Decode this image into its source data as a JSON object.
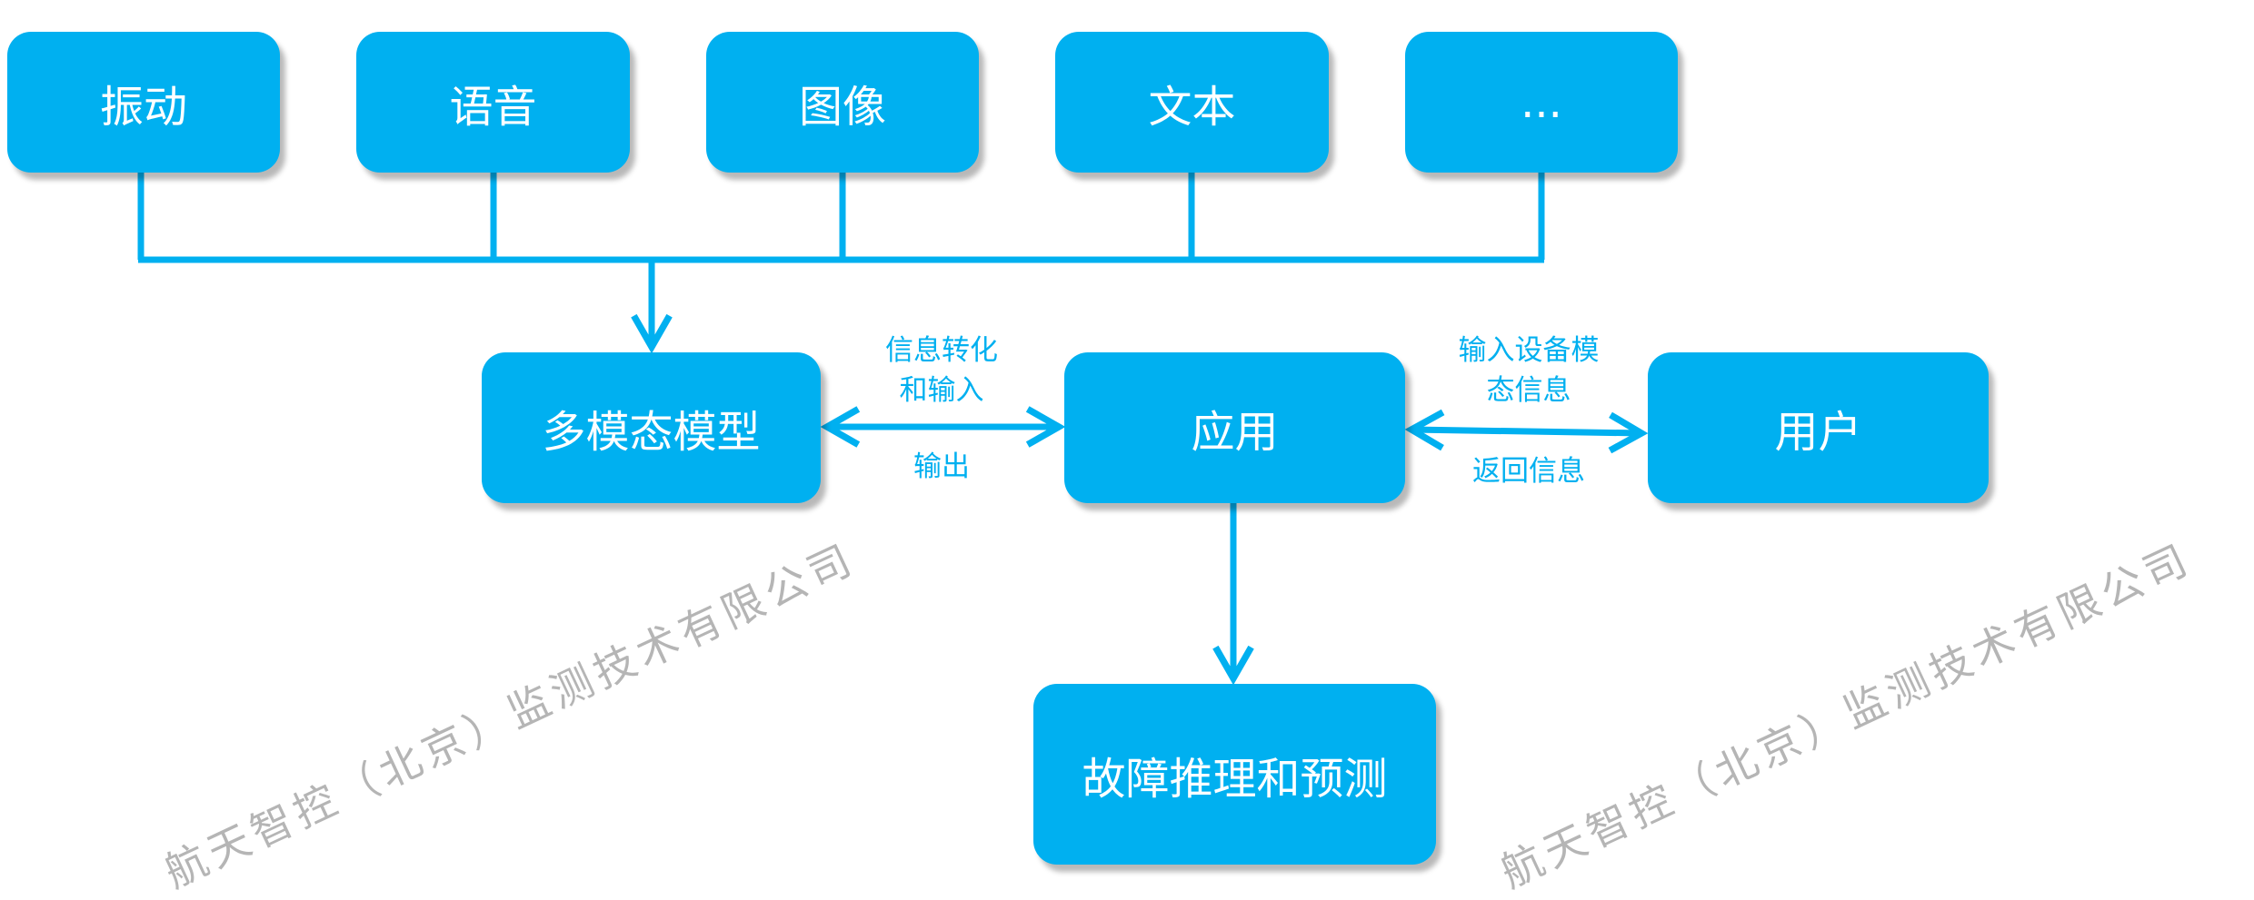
{
  "inputs": [
    "振动",
    "语音",
    "图像",
    "文本",
    "..."
  ],
  "model": "多模态模型",
  "application": "应用",
  "user": "用户",
  "output": "故障推理和预测",
  "edge_labels": {
    "model_app_top": "信息转化和输入",
    "model_app_bottom": "输出",
    "app_user_top": "输入设备模态信息",
    "app_user_bottom": "返回信息"
  },
  "watermark": "航天智控（北京）监测技术有限公司",
  "colors": {
    "accent": "#00b0f0",
    "watermark": "#999999"
  }
}
